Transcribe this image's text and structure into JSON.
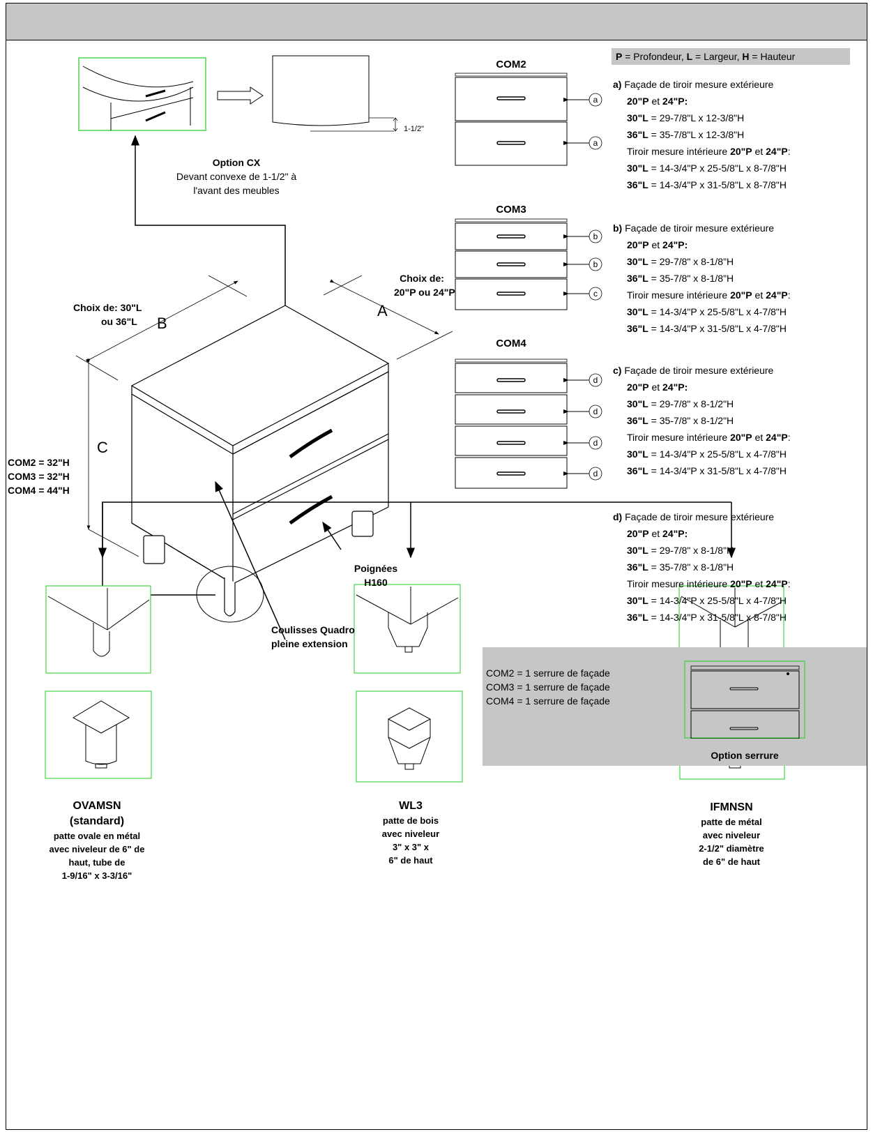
{
  "legend": {
    "p_key": "P",
    "p_text": " = Profondeur, ",
    "l_key": "L",
    "l_text": " = Largeur, ",
    "h_key": "H",
    "h_text": " = Hauteur"
  },
  "option_cx": {
    "title": "Option CX",
    "line1": "Devant convexe de 1-1/2\" à",
    "line2": "l'avant des meubles",
    "dim": "1-1/2\""
  },
  "models": [
    "COM2",
    "COM3",
    "COM4"
  ],
  "main_drawing": {
    "choice_width_1": "Choix de: 30\"L",
    "choice_width_2": "ou 36\"L",
    "choice_depth_1": "Choix de:",
    "choice_depth_2": "20\"P ou 24\"P",
    "dim_a": "A",
    "dim_b": "B",
    "dim_c": "C",
    "heights": [
      "COM2 = 32\"H",
      "COM3 = 32\"H",
      "COM4 = 44\"H"
    ],
    "handles_1": "Poignées",
    "handles_2": "H160",
    "slides_1": "Coulisses Quadro",
    "slides_2": "pleine extension"
  },
  "specs": [
    {
      "letter": "a)",
      "title": " Façade de tiroir mesure extérieure",
      "depths": [
        "20\"P",
        " et ",
        "24\"P:"
      ],
      "ext30_key": "30\"L",
      "ext30_val": " =  29-7/8\"L x 12-3/8\"H",
      "ext36_key": "36\"L",
      "ext36_val": " = 35-7/8\"L x 12-3/8\"H",
      "int_text": "Tiroir mesure intérieure ",
      "int_d1": "20\"P",
      "int_et": " et ",
      "int_d2": "24\"P",
      "int_colon": ":",
      "int30_key": "30\"L",
      "int30_val": " = 14-3/4\"P x 25-5/8\"L x 8-7/8\"H",
      "int36_key": "36\"L",
      "int36_val": " = 14-3/4\"P x 31-5/8\"L x 8-7/8\"H"
    },
    {
      "letter": "b)",
      "title": " Façade de tiroir mesure extérieure",
      "depths": [
        "20\"P",
        " et ",
        "24\"P:"
      ],
      "ext30_key": "30\"L",
      "ext30_val": " = 29-7/8\" x 8-1/8\"H",
      "ext36_key": "36\"L",
      "ext36_val": " = 35-7/8\" x 8-1/8\"H",
      "int_text": "Tiroir mesure intérieure ",
      "int_d1": "20\"P",
      "int_et": " et ",
      "int_d2": "24\"P",
      "int_colon": ":",
      "int30_key": "30\"L",
      "int30_val": " = 14-3/4\"P x 25-5/8\"L x 4-7/8\"H",
      "int36_key": "36\"L",
      "int36_val": " = 14-3/4\"P x 31-5/8\"L x 4-7/8\"H"
    },
    {
      "letter": "c)",
      "title": " Façade de tiroir mesure extérieure",
      "depths": [
        "20\"P",
        " et ",
        "24\"P:"
      ],
      "ext30_key": "30\"L",
      "ext30_val": " = 29-7/8\" x 8-1/2\"H",
      "ext36_key": "36\"L",
      "ext36_val": " = 35-7/8\" x 8-1/2\"H",
      "int_text": "Tiroir mesure intérieure ",
      "int_d1": "20\"P",
      "int_et": " et ",
      "int_d2": "24\"P",
      "int_colon": ":",
      "int30_key": "30\"L",
      "int30_val": " = 14-3/4\"P x 25-5/8\"L x 4-7/8\"H",
      "int36_key": "36\"L",
      "int36_val": " = 14-3/4\"P x 31-5/8\"L x 4-7/8\"H"
    },
    {
      "letter": "d)",
      "title": " Façade de tiroir mesure extérieure",
      "depths": [
        "20\"P",
        " et ",
        "24\"P:"
      ],
      "ext30_key": "30\"L",
      "ext30_val": " = 29-7/8\" x 8-1/8\"H",
      "ext36_key": "36\"L",
      "ext36_val": " = 35-7/8\" x 8-1/8\"H",
      "int_text": "Tiroir mesure intérieure ",
      "int_d1": "20\"P",
      "int_et": " et ",
      "int_d2": "24\"P",
      "int_colon": ":",
      "int30_key": "30\"L",
      "int30_val": " = 14-3/4\"P x 25-5/8\"L x 4-7/8\"H",
      "int36_key": "36\"L",
      "int36_val": " = 14-3/4\"P x 31-5/8\"L x 8-7/8\"H"
    }
  ],
  "callout_letters": {
    "com2": [
      "a",
      "a"
    ],
    "com3": [
      "b",
      "b",
      "c"
    ],
    "com4": [
      "d",
      "d",
      "d",
      "d"
    ]
  },
  "lock": {
    "lines": [
      "COM2 =  1 serrure de façade",
      "COM3 =  1 serrure de façade",
      "COM4 =  1 serrure de façade"
    ],
    "caption": "Option serrure"
  },
  "legs": [
    {
      "code": "OVAMSN",
      "lines": [
        "(standard)",
        "patte ovale en métal",
        "avec niveleur de 6\" de",
        "haut, tube de",
        "1-9/16\" x 3-3/16\""
      ]
    },
    {
      "code": "WL3",
      "lines": [
        "patte de bois",
        "avec niveleur",
        "3\" x 3\" x",
        "6\" de haut"
      ]
    },
    {
      "code": "IFMNSN",
      "lines": [
        "patte de métal",
        "avec niveleur",
        "2-1/2\" diamètre",
        "de 6\" de haut"
      ]
    }
  ],
  "colors": {
    "header_grey": "#c6c6c6",
    "frame_green": "#22cc22",
    "line": "#000000"
  }
}
